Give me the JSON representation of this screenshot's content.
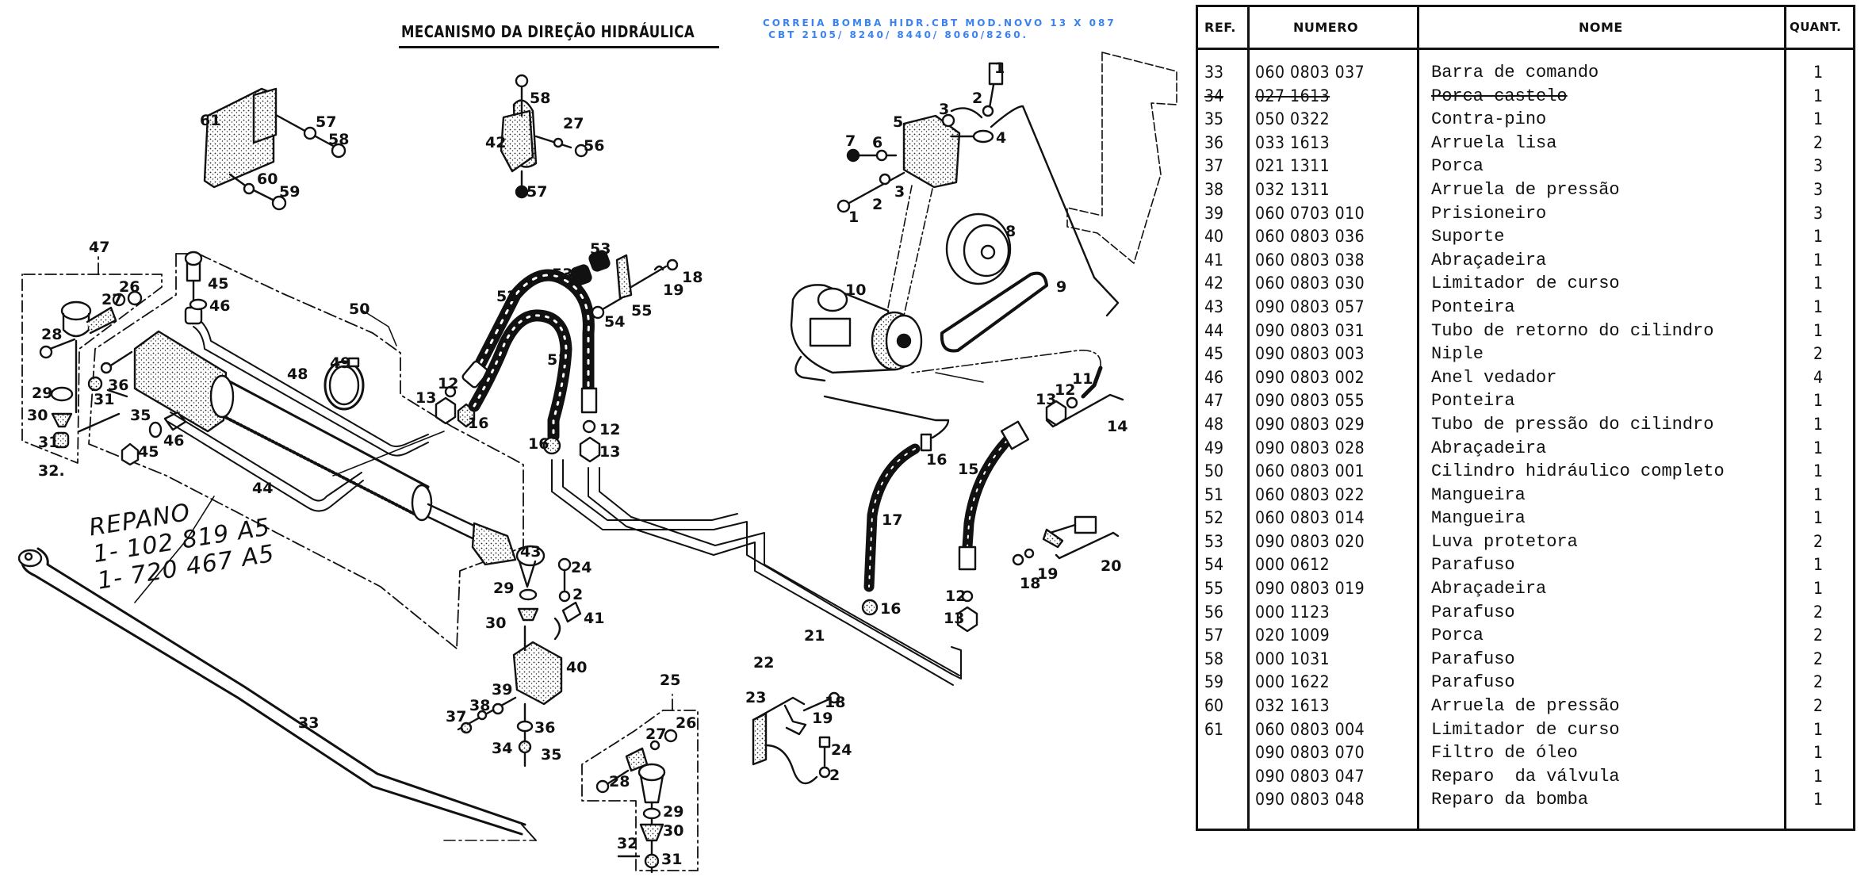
{
  "document": {
    "title": "MECANISMO DA DIREÇÃO HIDRÁULICA",
    "blue_note": {
      "line1": "CORREIA BOMBA HIDR.CBT MOD.NOVO 13 X 087",
      "line2": " CBT 2105/ 8240/ 8440/ 8060/8260."
    },
    "handwritten_note": {
      "line1": "REPANO",
      "line2": "1- 102 819 A5",
      "line3": "1- 720 467 A5"
    }
  },
  "diagram": {
    "callouts": {
      "c1a": "1",
      "c1b": "1",
      "c2a": "2",
      "c2b": "2",
      "c2c": "2",
      "c2d": "2",
      "c3a": "3",
      "c3b": "3",
      "c4": "4",
      "c5": "5",
      "c6": "6",
      "c7": "7",
      "c8": "8",
      "c9": "9",
      "c10": "10",
      "c11": "11",
      "c12a": "12",
      "c12b": "12",
      "c12c": "12",
      "c12d": "12",
      "c13a": "13",
      "c13b": "13",
      "c13c": "13",
      "c13d": "13",
      "c14": "14",
      "c15": "15",
      "c16a": "16",
      "c16b": "16",
      "c16c": "16",
      "c16d": "16",
      "c17": "17",
      "c18a": "18",
      "c18b": "18",
      "c18c": "18",
      "c19a": "19",
      "c19b": "19",
      "c19c": "19",
      "c20": "20",
      "c21": "21",
      "c22": "22",
      "c23": "23",
      "c24a": "24",
      "c24b": "24",
      "c25": "25",
      "c26a": "26",
      "c26b": "26",
      "c27a": "27",
      "c27b": "27",
      "c27c": "27",
      "c28a": "28",
      "c28b": "28",
      "c29a": "29",
      "c29b": "29",
      "c29c": "29",
      "c30a": "30",
      "c30b": "30",
      "c30c": "30",
      "c31a": "31",
      "c31b": "31",
      "c31c": "31",
      "c32a": "32.",
      "c32b": "32",
      "c33": "33",
      "c34": "34",
      "c35a": "35",
      "c35b": "35",
      "c36a": "36",
      "c36b": "36",
      "c37": "37",
      "c38": "38",
      "c39": "39",
      "c40": "40",
      "c41": "41",
      "c42": "42",
      "c43": "43",
      "c44": "44",
      "c45a": "45",
      "c45b": "45",
      "c46a": "46",
      "c46b": "46",
      "c47": "47",
      "c48": "48",
      "c49": "49",
      "c50": "50",
      "c51": "51",
      "c52": "52",
      "c53a": "53",
      "c53b": "53",
      "c54": "54",
      "c55": "55",
      "c56": "56",
      "c57a": "57",
      "c57b": "57",
      "c58a": "58",
      "c58b": "58",
      "c59": "59",
      "c60": "60",
      "c61": "61"
    }
  },
  "parts_table": {
    "headers": {
      "ref": "REF.",
      "numero": "NUMERO",
      "nome": "NOME",
      "quant": "QUANT."
    },
    "rows": [
      {
        "ref": "33",
        "numero": "060 0803 037",
        "nome": "Barra de comando",
        "quant": "1"
      },
      {
        "ref": "34",
        "numero": "027 1613",
        "nome": "Porca castelo",
        "quant": "1",
        "struck": true
      },
      {
        "ref": "35",
        "numero": "050 0322",
        "nome": "Contra-pino",
        "quant": "1"
      },
      {
        "ref": "36",
        "numero": "033 1613",
        "nome": "Arruela lisa",
        "quant": "2"
      },
      {
        "ref": "37",
        "numero": "021 1311",
        "nome": "Porca",
        "quant": "3"
      },
      {
        "ref": "38",
        "numero": "032 1311",
        "nome": "Arruela de pressão",
        "quant": "3"
      },
      {
        "ref": "39",
        "numero": "060 0703 010",
        "nome": "Prisioneiro",
        "quant": "3"
      },
      {
        "ref": "40",
        "numero": "060 0803 036",
        "nome": "Suporte",
        "quant": "1"
      },
      {
        "ref": "41",
        "numero": "060 0803 038",
        "nome": "Abraçadeira",
        "quant": "1"
      },
      {
        "ref": "42",
        "numero": "060 0803 030",
        "nome": "Limitador de curso",
        "quant": "1"
      },
      {
        "ref": "43",
        "numero": "090 0803 057",
        "nome": "Ponteira",
        "quant": "1"
      },
      {
        "ref": "44",
        "numero": "090 0803 031",
        "nome": "Tubo de retorno do cilindro",
        "quant": "1"
      },
      {
        "ref": "45",
        "numero": "090 0803 003",
        "nome": "Niple",
        "quant": "2"
      },
      {
        "ref": "46",
        "numero": "090 0803 002",
        "nome": "Anel vedador",
        "quant": "4"
      },
      {
        "ref": "47",
        "numero": "090 0803 055",
        "nome": "Ponteira",
        "quant": "1"
      },
      {
        "ref": "48",
        "numero": "090 0803 029",
        "nome": "Tubo de pressão do cilindro",
        "quant": "1"
      },
      {
        "ref": "49",
        "numero": "090 0803 028",
        "nome": "Abraçadeira",
        "quant": "1"
      },
      {
        "ref": "50",
        "numero": "060 0803 001",
        "nome": "Cilindro hidráulico completo",
        "quant": "1"
      },
      {
        "ref": "51",
        "numero": "060 0803 022",
        "nome": "Mangueira",
        "quant": "1"
      },
      {
        "ref": "52",
        "numero": "060 0803 014",
        "nome": "Mangueira",
        "quant": "1"
      },
      {
        "ref": "53",
        "numero": "090 0803 020",
        "nome": "Luva protetora",
        "quant": "2"
      },
      {
        "ref": "54",
        "numero": "000 0612",
        "nome": "Parafuso",
        "quant": "1"
      },
      {
        "ref": "55",
        "numero": "090 0803 019",
        "nome": "Abraçadeira",
        "quant": "1"
      },
      {
        "ref": "56",
        "numero": "000 1123",
        "nome": "Parafuso",
        "quant": "2"
      },
      {
        "ref": "57",
        "numero": "020 1009",
        "nome": "Porca",
        "quant": "2"
      },
      {
        "ref": "58",
        "numero": "000 1031",
        "nome": "Parafuso",
        "quant": "2"
      },
      {
        "ref": "59",
        "numero": "000 1622",
        "nome": "Parafuso",
        "quant": "2"
      },
      {
        "ref": "60",
        "numero": "032 1613",
        "nome": "Arruela de pressão",
        "quant": "2"
      },
      {
        "ref": "61",
        "numero": "060 0803 004",
        "nome": "Limitador de curso",
        "quant": "1"
      },
      {
        "ref": "",
        "numero": "090 0803 070",
        "nome": "Filtro de óleo",
        "quant": "1"
      },
      {
        "ref": "",
        "numero": "090 0803 047",
        "nome": "Reparo  da válvula",
        "quant": "1"
      },
      {
        "ref": "",
        "numero": "090 0803 048",
        "nome": "Reparo da bomba",
        "quant": "1"
      }
    ]
  }
}
